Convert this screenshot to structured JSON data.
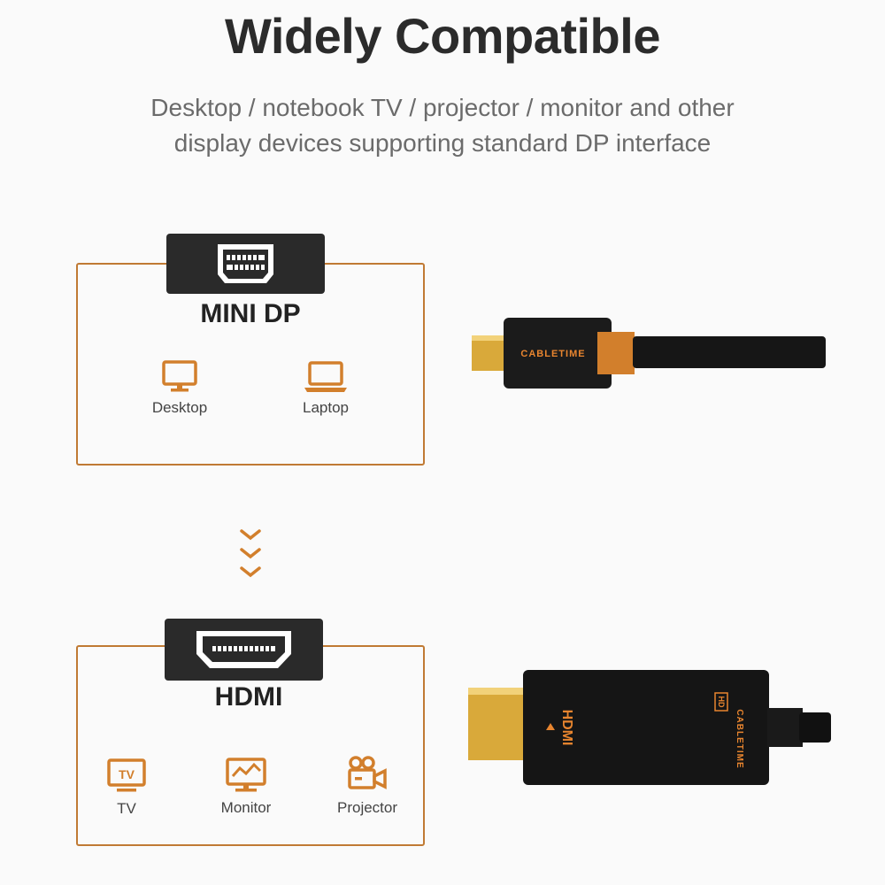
{
  "title": "Widely Compatible",
  "subtitle": {
    "line1": "Desktop / notebook TV / projector / monitor and other",
    "line2": "display devices supporting standard DP interface"
  },
  "panels": [
    {
      "label": "MINI DP",
      "port_icon": "mini-displayport-icon",
      "devices": [
        {
          "label": "Desktop",
          "icon": "desktop-icon"
        },
        {
          "label": "Laptop",
          "icon": "laptop-icon"
        }
      ]
    },
    {
      "label": "HDMI",
      "port_icon": "hdmi-port-icon",
      "devices": [
        {
          "label": "TV",
          "icon": "tv-icon",
          "icon_text": "TV"
        },
        {
          "label": "Monitor",
          "icon": "monitor-icon"
        },
        {
          "label": "Projector",
          "icon": "projector-icon"
        }
      ]
    }
  ],
  "cables": {
    "minidp_brand": "CABLETIME",
    "hdmi_brand": "CABLETIME",
    "hdmi_logo": "HDMI",
    "hdmi_badge": "HD"
  },
  "colors": {
    "accent": "#c07a34",
    "icon": "#d27f2c",
    "badge_bg": "#2a2a2a",
    "gold": "#d9a93a"
  }
}
